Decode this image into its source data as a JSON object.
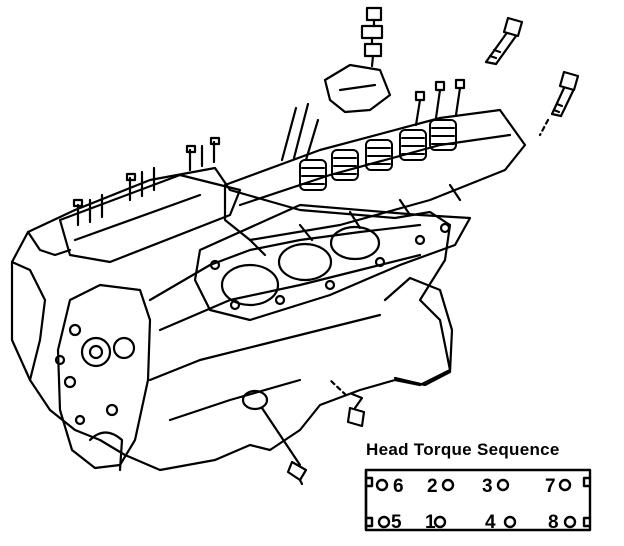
{
  "torque_diagram": {
    "title": "Head Torque Sequence",
    "top_row": [
      "6",
      "2",
      "3",
      "7"
    ],
    "bottom_row": [
      "5",
      "1",
      "4",
      "8"
    ]
  },
  "colors": {
    "ink": "#000000",
    "paper": "#ffffff"
  }
}
